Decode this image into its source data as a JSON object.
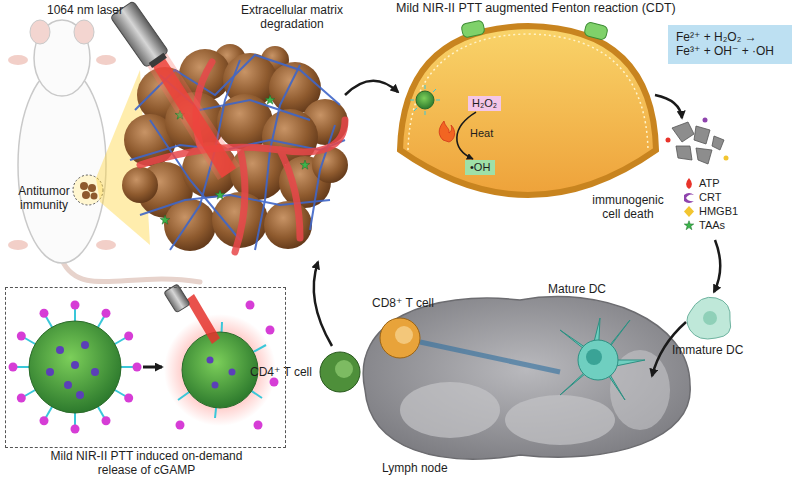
{
  "diagram": {
    "nodes": [
      {
        "text": [
          "Fe²⁺ + H₂O₂ → Fe³⁺ + OH⁻ + ·OH"
        ]
      },
      {
        "text": [
          "H₂O₂"
        ]
      },
      {
        "text": [
          "•OH"
        ]
      },
      {
        "text": [
          "Mild NIR-II PTT induced on-demand release of cGAMP"
        ]
      }
    ],
    "edges": [
      {
        "from": 1,
        "to": 2,
        "arrow": "to"
      }
    ],
    "labels": [
      "1064 nm laser",
      "Extracellular matrix degradation",
      "Mild NIR-II PTT augmented Fenton reaction (CDT)",
      "Antitumor immunity",
      "Heat",
      "immunogenic cell death",
      "Immature DC",
      "Mature DC",
      "CD8⁺ T cell",
      "CD4⁺ T cell",
      "Lymph node"
    ],
    "legend": [
      {
        "text": "ATP"
      },
      {
        "text": "CRT"
      },
      {
        "text": "HMGB1"
      },
      {
        "text": "TAAs"
      }
    ]
  }
}
